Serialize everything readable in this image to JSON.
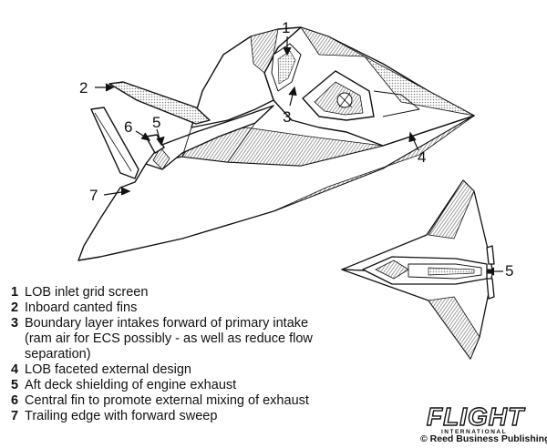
{
  "callouts": [
    {
      "number": "1"
    },
    {
      "number": "2"
    },
    {
      "number": "3"
    },
    {
      "number": "4"
    },
    {
      "number": "5"
    },
    {
      "number": "6"
    },
    {
      "number": "7"
    },
    {
      "number": "5"
    }
  ],
  "legend": [
    {
      "number": "1",
      "text": "LOB inlet grid screen"
    },
    {
      "number": "2",
      "text": "Inboard canted fins"
    },
    {
      "number": "3",
      "text": "Boundary layer intakes forward of primary intake (ram air for ECS possibly - as well as reduce flow separation)"
    },
    {
      "number": "4",
      "text": "LOB faceted external design"
    },
    {
      "number": "5",
      "text": "Aft deck  shielding of engine exhaust"
    },
    {
      "number": "6",
      "text": "Central fin to promote external mixing of exhaust"
    },
    {
      "number": "7",
      "text": "Trailing edge with forward sweep"
    }
  ],
  "branding": {
    "logo_text": "FLIGHT",
    "logo_subtext": "INTERNATIONAL",
    "credit": "© Reed Business Publishing"
  },
  "colors": {
    "ink": "#111111",
    "paper": "#ffffff",
    "shade": "#8a8a8a"
  }
}
